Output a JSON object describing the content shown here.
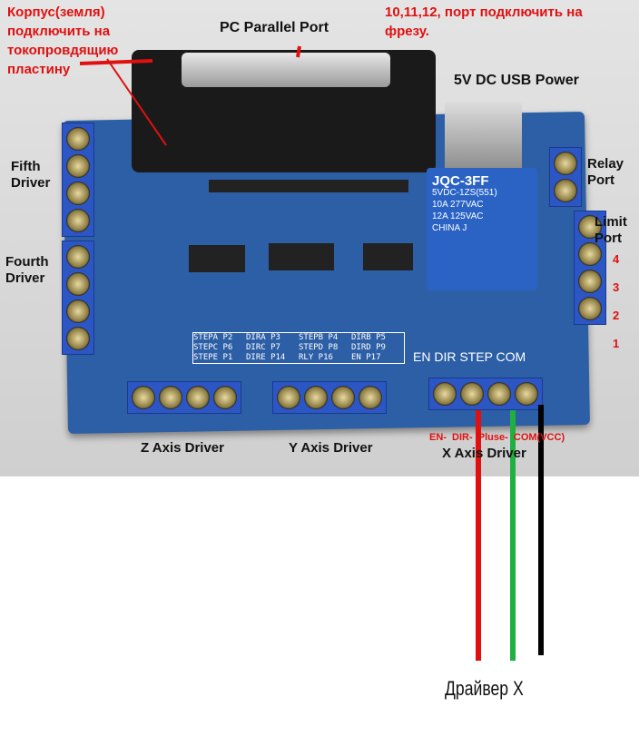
{
  "annotations": {
    "ground_lines": [
      "Корпус(земля)",
      "подключить на",
      "токопровдящию",
      "пластину"
    ],
    "port_lines": [
      "10,11,12, порт подключить на",
      "фрезу."
    ],
    "driver_x": "Драйвер X",
    "x_pins": "EN-  DIR-  Pluse-  COM(VCC)"
  },
  "labels": {
    "parallel_port": "PC Parallel Port",
    "usb_power": "5V DC USB Power",
    "relay_port": [
      "Relay",
      "Port"
    ],
    "limit_port": [
      "Limit",
      "Port"
    ],
    "limit_numbers": [
      "4",
      "3",
      "2",
      "1"
    ],
    "fifth_driver": [
      "Fifth",
      "Driver"
    ],
    "fourth_driver": [
      "Fourth",
      "Driver"
    ],
    "z_axis": "Z Axis Driver",
    "y_axis": "Y Axis Driver",
    "x_axis": "X Axis Driver"
  },
  "board": {
    "pin_table": [
      [
        "STEPA P2",
        "DIRA P3",
        "STEPB P4",
        "DIRB P5"
      ],
      [
        "STEPC P6",
        "DIRC P7",
        "STEPD P8",
        "DIRD P9"
      ],
      [
        "STEPE P1",
        "DIRE P14",
        "RLY P16",
        "EN P17"
      ]
    ],
    "x_header": "EN DIR STEP COM",
    "relay": [
      "JQC-3FF",
      "5VDC-1ZS(551)",
      "10A 277VAC",
      "12A 125VAC",
      "CHINA J"
    ]
  },
  "colors": {
    "annotation": "#e01010",
    "wire_en": "#e01010",
    "wire_pulse": "#1fb040",
    "wire_com": "#000000"
  }
}
